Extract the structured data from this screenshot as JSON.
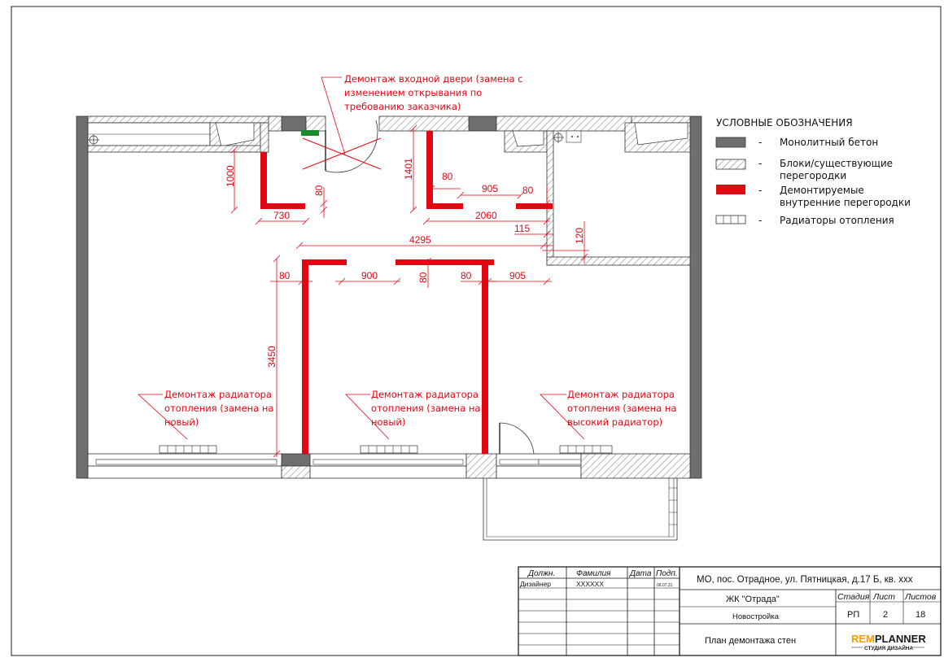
{
  "annotations": {
    "door": [
      "Демонтаж входной двери (замена с",
      "изменением открывания по",
      "требованию заказчика)"
    ],
    "radiator_left": [
      "Демонтаж радиатора",
      "отопления (замена на",
      "новый)"
    ],
    "radiator_mid": [
      "Демонтаж радиатора",
      "отопления (замена на",
      "новый)"
    ],
    "radiator_right": [
      "Демонтаж радиатора",
      "отопления (замена на",
      "высокий радиатор)"
    ]
  },
  "dimensions": {
    "d1000": "1000",
    "d730": "730",
    "d80a": "80",
    "d1401": "1401",
    "d80b": "80",
    "d905a": "905",
    "d80c": "80",
    "d2060": "2060",
    "d115": "115",
    "d120": "120",
    "d4295": "4295",
    "d80d": "80",
    "d900": "900",
    "d80e": "80",
    "d80f": "80",
    "d905b": "905",
    "d3450": "3450"
  },
  "legend": {
    "title": "УСЛОВНЫЕ ОБОЗНАЧЕНИЯ",
    "dash": "-",
    "items": [
      {
        "lines": [
          "Монолитный бетон"
        ],
        "swatch": "concrete"
      },
      {
        "lines": [
          "Блоки/существующие",
          "перегородки"
        ],
        "swatch": "hatch"
      },
      {
        "lines": [
          "Демонтируемые",
          "внутренние перегородки"
        ],
        "swatch": "demolish"
      },
      {
        "lines": [
          "Радиаторы отопления"
        ],
        "swatch": "radiator"
      }
    ]
  },
  "title_block": {
    "headers": {
      "position": "Должн.",
      "surname": "Фамилия",
      "date": "Дата",
      "sign": "Подп."
    },
    "row1": {
      "position": "Дизайнер",
      "surname": "XXXXXX",
      "date": "06.07.21"
    },
    "address": "МО, пос. Отрадное, ул. Пятницкая, д.17 Б, кв. ххх",
    "complex": "ЖК \"Отрада\"",
    "building_type": "Новостройка",
    "stage_label": "Стадия",
    "sheet_label": "Лист",
    "sheets_label": "Листов",
    "stage": "РП",
    "sheet": "2",
    "sheets": "18",
    "drawing_title": "План демонтажа стен",
    "logo_main_a": "REM",
    "logo_main_b": "PLANNER",
    "logo_sub": "СТУДИЯ ДИЗАЙНА"
  },
  "colors": {
    "demolish": "#e30613",
    "concrete": "#6f6f6f",
    "installed": "#1a8a2a"
  }
}
